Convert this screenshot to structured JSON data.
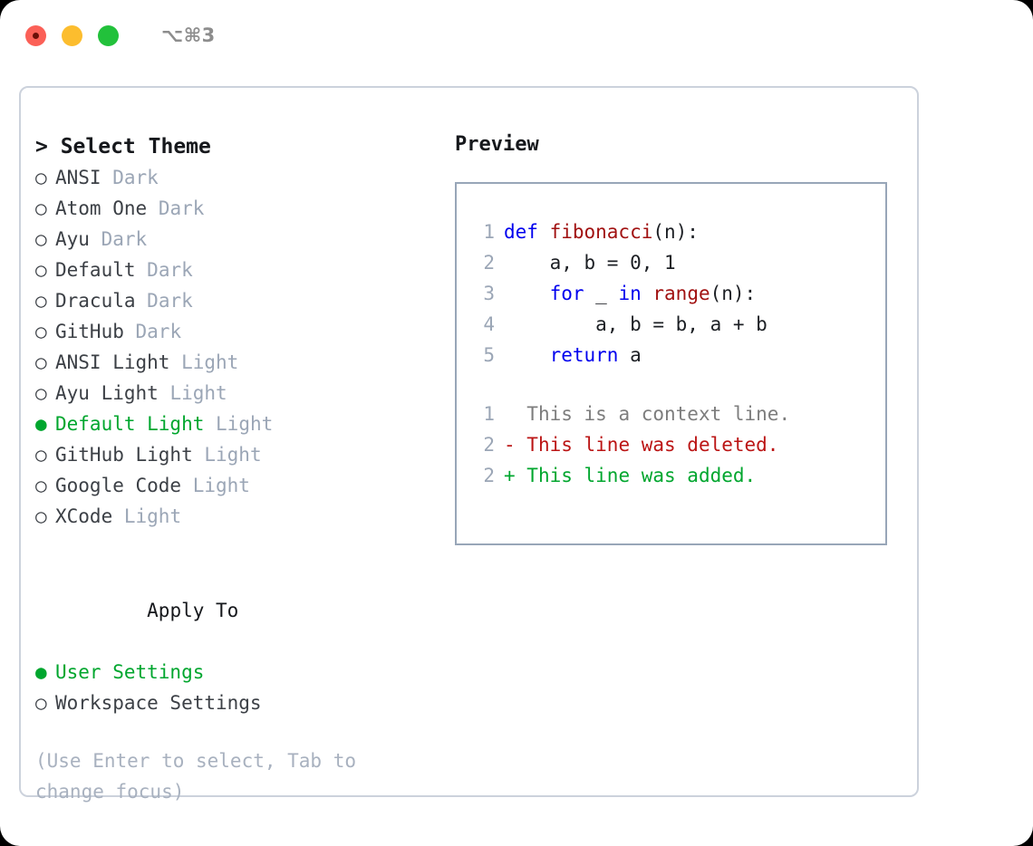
{
  "titlebar": {
    "shortcut": "⌥⌘3",
    "dots": [
      "close-red",
      "minimize-yellow",
      "maximize-green"
    ]
  },
  "theme_selector": {
    "heading": "> Select Theme",
    "items": [
      {
        "marker": "○",
        "name": "ANSI",
        "category": "Dark",
        "selected": false
      },
      {
        "marker": "○",
        "name": "Atom One",
        "category": "Dark",
        "selected": false
      },
      {
        "marker": "○",
        "name": "Ayu",
        "category": "Dark",
        "selected": false
      },
      {
        "marker": "○",
        "name": "Default",
        "category": "Dark",
        "selected": false
      },
      {
        "marker": "○",
        "name": "Dracula",
        "category": "Dark",
        "selected": false
      },
      {
        "marker": "○",
        "name": "GitHub",
        "category": "Dark",
        "selected": false
      },
      {
        "marker": "○",
        "name": "ANSI Light",
        "category": "Light",
        "selected": false
      },
      {
        "marker": "○",
        "name": "Ayu Light",
        "category": "Light",
        "selected": false
      },
      {
        "marker": "●",
        "name": "Default Light",
        "category": "Light",
        "selected": true
      },
      {
        "marker": "○",
        "name": "GitHub Light",
        "category": "Light",
        "selected": false
      },
      {
        "marker": "○",
        "name": "Google Code",
        "category": "Light",
        "selected": false
      },
      {
        "marker": "○",
        "name": "XCode",
        "category": "Light",
        "selected": false
      }
    ]
  },
  "apply_to": {
    "label": "Apply To",
    "items": [
      {
        "marker": "●",
        "name": "User Settings",
        "selected": true
      },
      {
        "marker": "○",
        "name": "Workspace Settings",
        "selected": false
      }
    ]
  },
  "hint": "(Use Enter to select, Tab to change focus)",
  "preview": {
    "title": "Preview",
    "code_lines": [
      {
        "number": "1",
        "segments": [
          {
            "text": "def ",
            "style": "kw"
          },
          {
            "text": "fibonacci",
            "style": "fn"
          },
          {
            "text": "(n):",
            "style": "plain"
          }
        ]
      },
      {
        "number": "2",
        "segments": [
          {
            "text": "    a, b = 0, 1",
            "style": "plain"
          }
        ]
      },
      {
        "number": "3",
        "segments": [
          {
            "text": "    ",
            "style": "plain"
          },
          {
            "text": "for",
            "style": "kw"
          },
          {
            "text": " _ ",
            "style": "plain"
          },
          {
            "text": "in ",
            "style": "kw"
          },
          {
            "text": "range",
            "style": "fn"
          },
          {
            "text": "(n):",
            "style": "plain"
          }
        ]
      },
      {
        "number": "4",
        "segments": [
          {
            "text": "        a, b = b, a + b",
            "style": "plain"
          }
        ]
      },
      {
        "number": "5",
        "segments": [
          {
            "text": "    ",
            "style": "plain"
          },
          {
            "text": "return",
            "style": "kw"
          },
          {
            "text": " a",
            "style": "plain"
          }
        ]
      }
    ],
    "diff_lines": [
      {
        "number": "1",
        "sign": "  ",
        "text": "This is a context line.",
        "style": "ctx"
      },
      {
        "number": "2",
        "sign": "- ",
        "text": "This line was deleted.",
        "style": "del"
      },
      {
        "number": "2",
        "sign": "+ ",
        "text": "This line was added.",
        "style": "add"
      }
    ]
  },
  "colors": {
    "accent_green": "#00a62e",
    "muted_gray": "#9ba6b6",
    "keyword_blue": "#0000ee",
    "function_red": "#a11111",
    "diff_delete": "#bb1515",
    "diff_add": "#00a62e",
    "panel_border": "#ccd2dc",
    "preview_border": "#98a6b8"
  }
}
